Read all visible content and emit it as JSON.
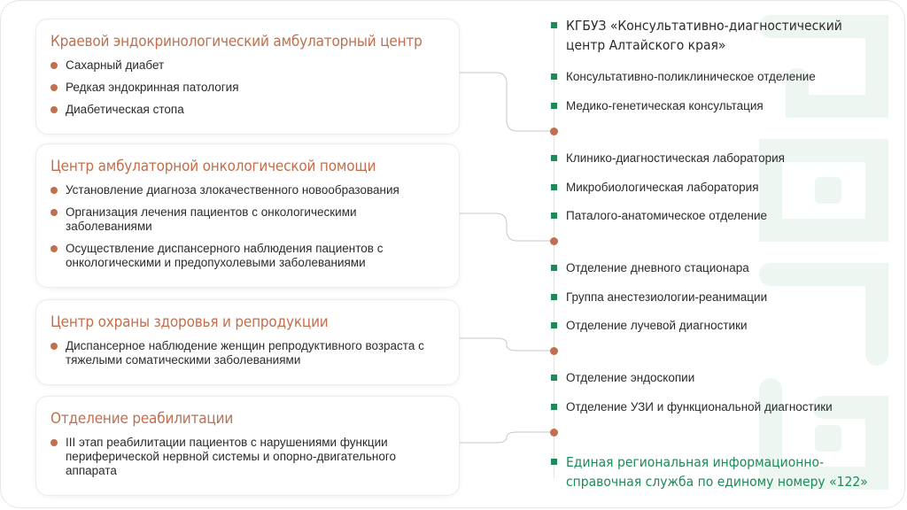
{
  "colors": {
    "accent": "#c0704e",
    "green": "#1e8a5a",
    "text": "#2b2b2b"
  },
  "cards": [
    {
      "title": "Краевой эндокринологический амбулаторный центр",
      "items": [
        "Сахарный диабет",
        "Редкая эндокринная патология",
        "Диабетическая стопа"
      ]
    },
    {
      "title": "Центр амбулаторной онкологической помощи",
      "items": [
        "Установление диагноза злокачественного новообразования",
        "Организация лечения пациентов с онкологическими заболеваниями",
        "Осуществление диспансерного наблюдения пациентов с онкологическими и предопухолевыми заболеваниями"
      ]
    },
    {
      "title": "Центр охраны здоровья и репродукции",
      "items": [
        "Диспансерное наблюдение женщин репродуктивного возраста с тяжелыми соматическими заболеваниями"
      ]
    },
    {
      "title": "Отделение реабилитации",
      "items": [
        "III этап реабилитации пациентов с нарушениями функции периферической нервной системы и опорно-двигательного аппарата"
      ]
    }
  ],
  "right": {
    "title": "КГБУЗ «Консультативно-диагностический центр Алтайского края»",
    "items": [
      "Консультативно-поликлиническое отделение",
      "Медико-генетическая консультация",
      "Клинико-диагностическая лаборатория",
      "Микробиологическая лаборатория",
      "Паталого-анатомическое отделение",
      "Отделение дневного стационара",
      "Группа анестезиологии-реанимации",
      "Отделение лучевой диагностики",
      "Отделение эндоскопии",
      "Отделение УЗИ и функциональной диагностики"
    ],
    "footer": "Единая региональная информационно-справочная служба по единому номеру «122»"
  }
}
